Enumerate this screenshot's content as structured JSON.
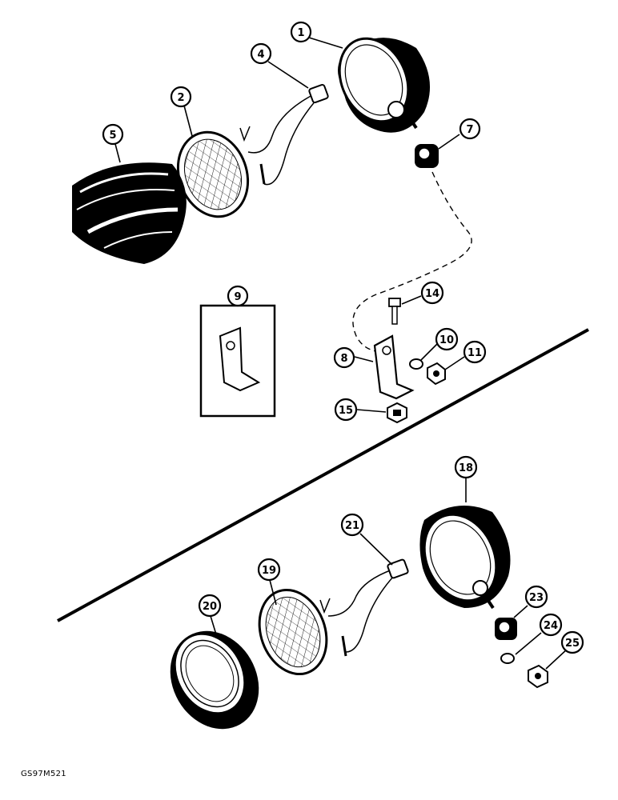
{
  "figure_code": "GS97M521",
  "callouts": {
    "c1": "1",
    "c2": "2",
    "c4": "4",
    "c5": "5",
    "c7": "7",
    "c8": "8",
    "c9": "9",
    "c10": "10",
    "c11": "11",
    "c14": "14",
    "c15": "15",
    "c18": "18",
    "c19": "19",
    "c20": "20",
    "c21": "21",
    "c23": "23",
    "c24": "24",
    "c25": "25"
  },
  "colors": {
    "ink": "#000000",
    "paper": "#ffffff"
  }
}
